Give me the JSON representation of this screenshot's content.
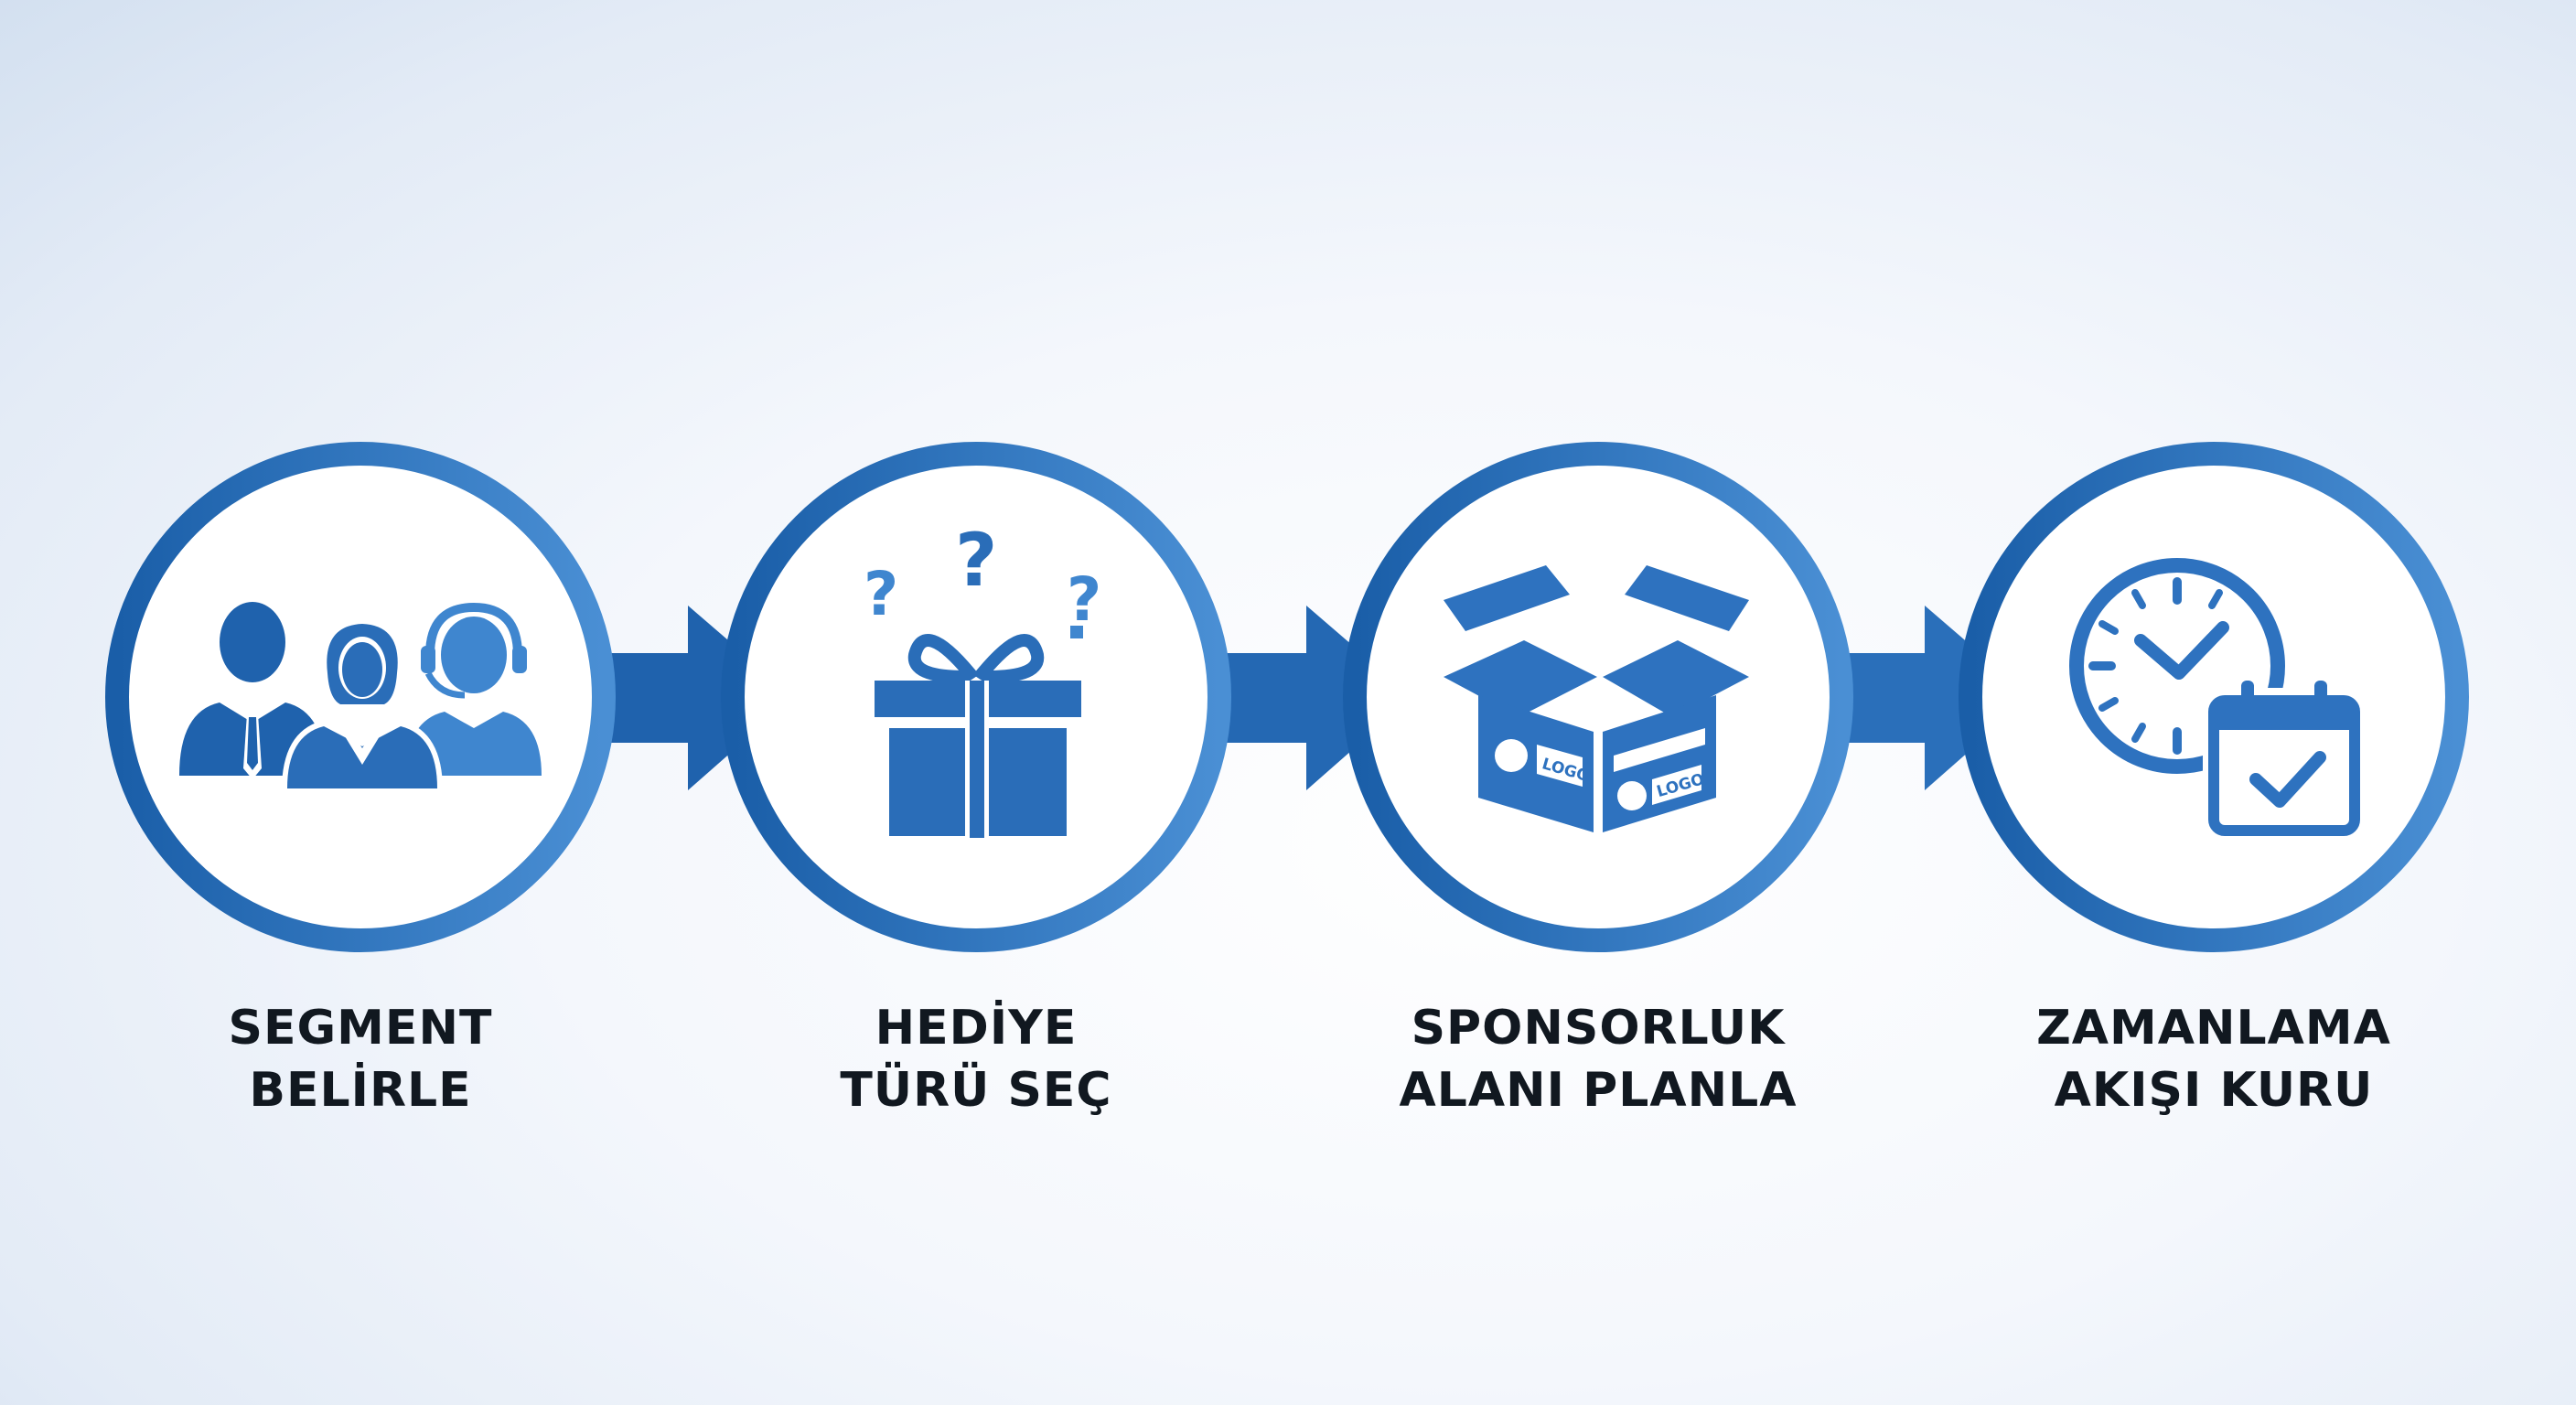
{
  "steps": [
    {
      "line1": "SEGMENT",
      "line2": "BELİRLE",
      "icon": "people-group-icon"
    },
    {
      "line1": "HEDİYE",
      "line2": "TÜRÜ SEÇ",
      "icon": "gift-question-icon"
    },
    {
      "line1": "SPONSORLUK",
      "line2": "ALANI PLANLA",
      "icon": "logo-box-icon"
    },
    {
      "line1": "ZAMANLAMA",
      "line2": "AKIŞI KURU",
      "icon": "clock-calendar-icon"
    }
  ],
  "box_logo_text": "LOGO",
  "colors": {
    "ring_start": "#1a5ea8",
    "ring_end": "#4a8fd4",
    "icon": "#2e72bf",
    "label_text": "#111820",
    "background": "#eef3fa"
  }
}
